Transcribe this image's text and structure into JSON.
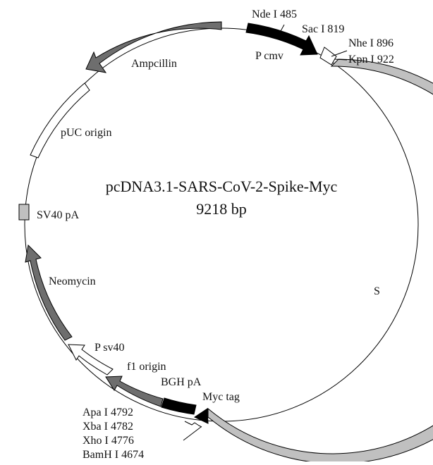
{
  "plasmid": {
    "name": "pcDNA3.1-SARS-CoV-2-Spike-Myc",
    "size": "9218 bp"
  },
  "features": [
    {
      "id": "p-cmv",
      "label": "P cmv",
      "color": "#000000"
    },
    {
      "id": "s-gene",
      "label": "S",
      "color": "#c0c0c0"
    },
    {
      "id": "myc-tag",
      "label": "Myc tag",
      "color": "#000000"
    },
    {
      "id": "bgh-pa",
      "label": "BGH pA",
      "color": "#000000"
    },
    {
      "id": "f1-origin",
      "label": "f1 origin",
      "color": "#6e6e6e"
    },
    {
      "id": "p-sv40",
      "label": "P sv40",
      "color": "#ffffff"
    },
    {
      "id": "neomycin",
      "label": "Neomycin",
      "color": "#6e6e6e"
    },
    {
      "id": "sv40-pa",
      "label": "SV40 pA",
      "color": "#c0c0c0"
    },
    {
      "id": "puc-origin",
      "label": "pUC origin",
      "color": "#ffffff"
    },
    {
      "id": "ampicillin",
      "label": "Ampcillin",
      "color": "#6e6e6e"
    }
  ],
  "restriction_sites": {
    "top": [
      "Nde I 485",
      "Sac I 819",
      "Nhe I 896",
      "Kpn I 922"
    ],
    "bottom": [
      "Apa I 4792",
      "Xba I 4782",
      "Xho I 4776",
      "BamH I 4674"
    ]
  }
}
